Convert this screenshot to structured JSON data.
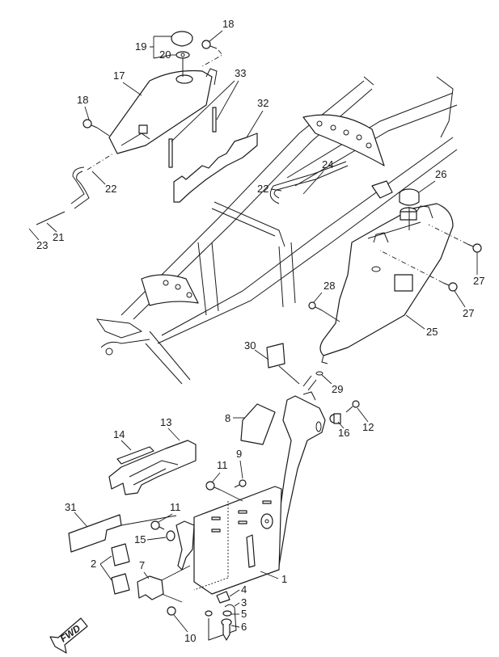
{
  "diagram": {
    "type": "exploded-parts-diagram",
    "subject": "Motorcycle rear frame, fuel/oil tank and side cover assembly",
    "direction_indicator": "FWD",
    "callouts": [
      {
        "number": "1",
        "part": "side-cover-bracket"
      },
      {
        "number": "2",
        "part": "label-pad"
      },
      {
        "number": "3",
        "part": "wire-clip"
      },
      {
        "number": "4",
        "part": "clamp"
      },
      {
        "number": "5",
        "part": "washer"
      },
      {
        "number": "6",
        "part": "bolt"
      },
      {
        "number": "7",
        "part": "bracket"
      },
      {
        "number": "8",
        "part": "pad"
      },
      {
        "number": "9",
        "part": "screw"
      },
      {
        "number": "10",
        "part": "nut"
      },
      {
        "number": "11",
        "part": "bolt"
      },
      {
        "number": "12",
        "part": "bolt"
      },
      {
        "number": "13",
        "part": "battery-cover"
      },
      {
        "number": "14",
        "part": "label"
      },
      {
        "number": "15",
        "part": "grommet"
      },
      {
        "number": "16",
        "part": "collar"
      },
      {
        "number": "17",
        "part": "reservoir-tank"
      },
      {
        "number": "18",
        "part": "bolt"
      },
      {
        "number": "19",
        "part": "cap-assembly"
      },
      {
        "number": "20",
        "part": "seal"
      },
      {
        "number": "21",
        "part": "hose"
      },
      {
        "number": "22",
        "part": "clip"
      },
      {
        "number": "23",
        "part": "clip"
      },
      {
        "number": "24",
        "part": "hose"
      },
      {
        "number": "25",
        "part": "oil-tank"
      },
      {
        "number": "26",
        "part": "tank-cap"
      },
      {
        "number": "27",
        "part": "bolt"
      },
      {
        "number": "28",
        "part": "bolt"
      },
      {
        "number": "29",
        "part": "clip"
      },
      {
        "number": "30",
        "part": "pad"
      },
      {
        "number": "31",
        "part": "label"
      },
      {
        "number": "32",
        "part": "damper"
      },
      {
        "number": "33",
        "part": "damper-strip"
      }
    ]
  }
}
